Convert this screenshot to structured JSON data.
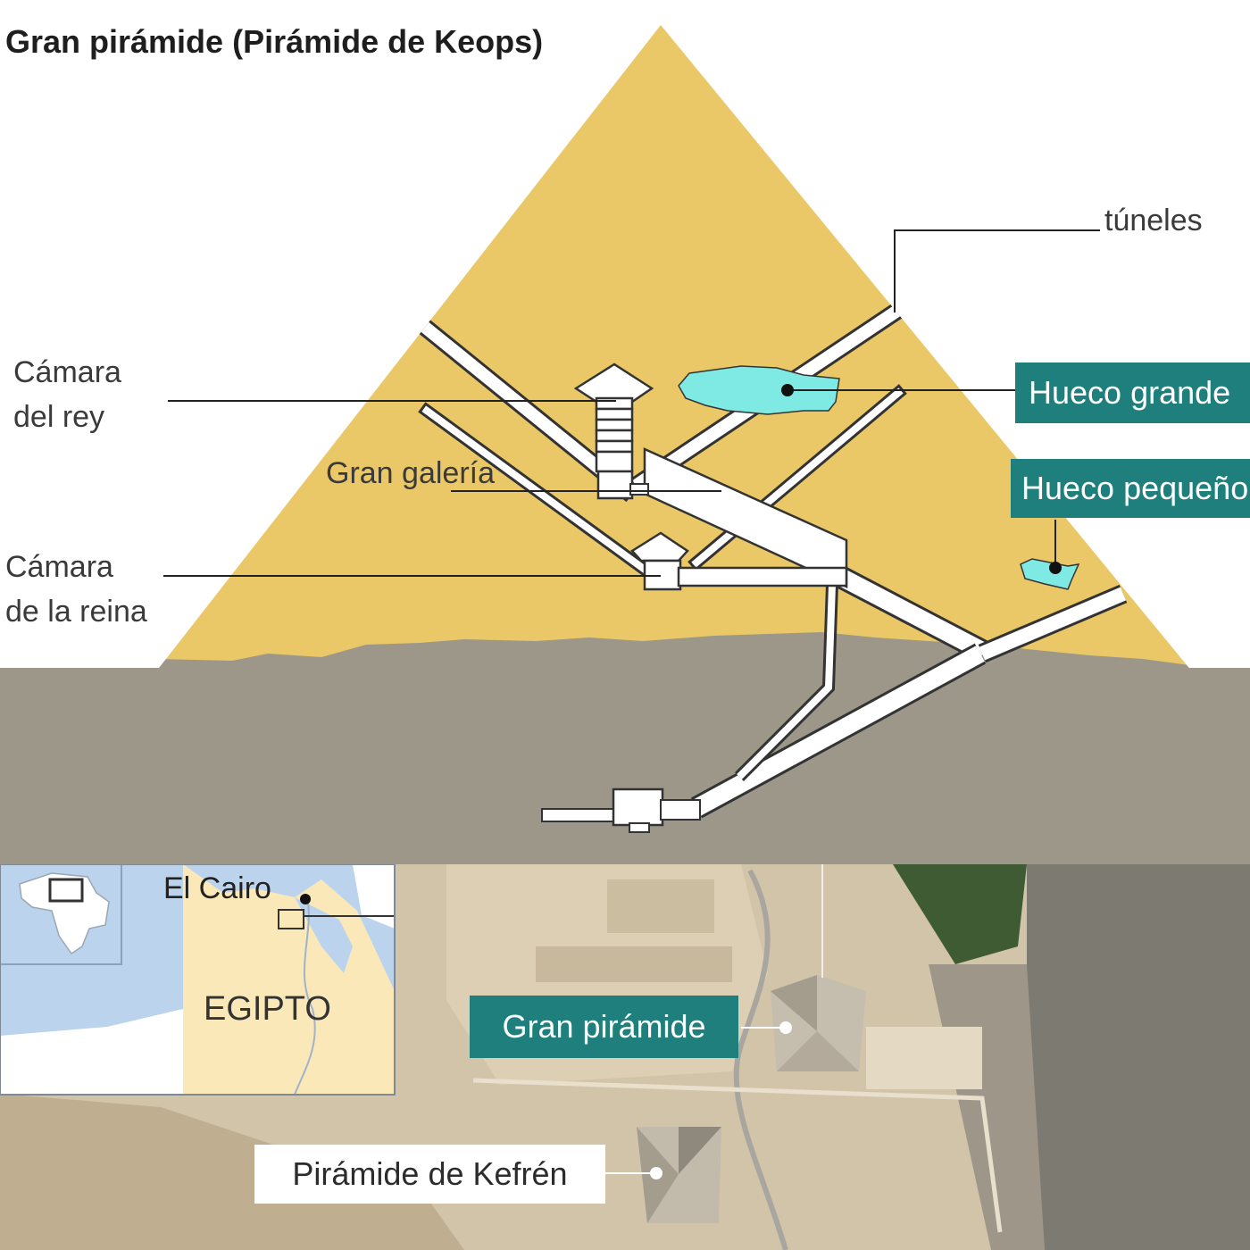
{
  "title": "Gran pirámide (Pirámide de Keops)",
  "labels": {
    "tuneles": "túneles",
    "camara_rey_1": "Cámara",
    "camara_rey_2": "del rey",
    "gran_galeria": "Gran galería",
    "camara_reina_1": "Cámara",
    "camara_reina_2": "de la reina",
    "hueco_grande": "Hueco grande",
    "hueco_pequeno": "Hueco pequeño"
  },
  "map": {
    "city": "El Cairo",
    "country": "EGIPTO",
    "gran_piramide": "Gran pirámide",
    "piramide_kefren": "Pirámide de Kefrén"
  },
  "colors": {
    "pyramid": "#ebc867",
    "ground": "#9c9789",
    "void": "#7fe9e3",
    "label_teal": "#1f7f7c",
    "egypt": "#fbe8b8",
    "water": "#bcd3ee"
  }
}
